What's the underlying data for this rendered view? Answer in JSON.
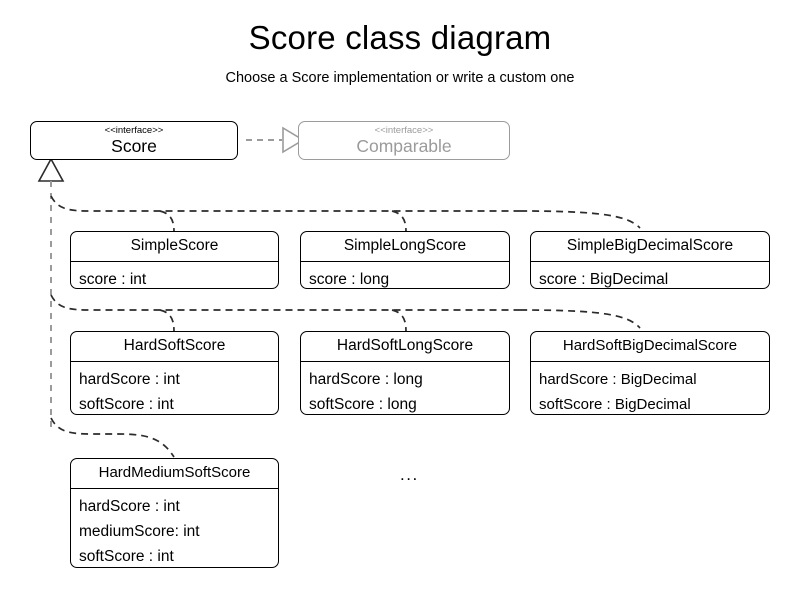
{
  "header": {
    "title": "Score class diagram",
    "subtitle": "Choose a Score implementation or write a custom one"
  },
  "interfaces": {
    "score": {
      "stereotype": "<<interface>>",
      "name": "Score"
    },
    "comparable": {
      "stereotype": "<<interface>>",
      "name": "Comparable"
    }
  },
  "classes": [
    {
      "name": "SimpleScore",
      "attrs": [
        "score : int"
      ]
    },
    {
      "name": "SimpleLongScore",
      "attrs": [
        "score : long"
      ]
    },
    {
      "name": "SimpleBigDecimalScore",
      "attrs": [
        "score : BigDecimal"
      ]
    },
    {
      "name": "HardSoftScore",
      "attrs": [
        "hardScore : int",
        "softScore : int"
      ]
    },
    {
      "name": "HardSoftLongScore",
      "attrs": [
        "hardScore : long",
        "softScore : long"
      ]
    },
    {
      "name": "HardSoftBigDecimalScore",
      "attrs": [
        "hardScore : BigDecimal",
        "softScore : BigDecimal"
      ]
    },
    {
      "name": "HardMediumSoftScore",
      "attrs": [
        "hardScore : int",
        "mediumScore: int",
        "softScore : int"
      ]
    }
  ],
  "more_label": "...",
  "colors": {
    "line": "#000000",
    "muted": "#9b9b9b",
    "background": "#ffffff"
  }
}
